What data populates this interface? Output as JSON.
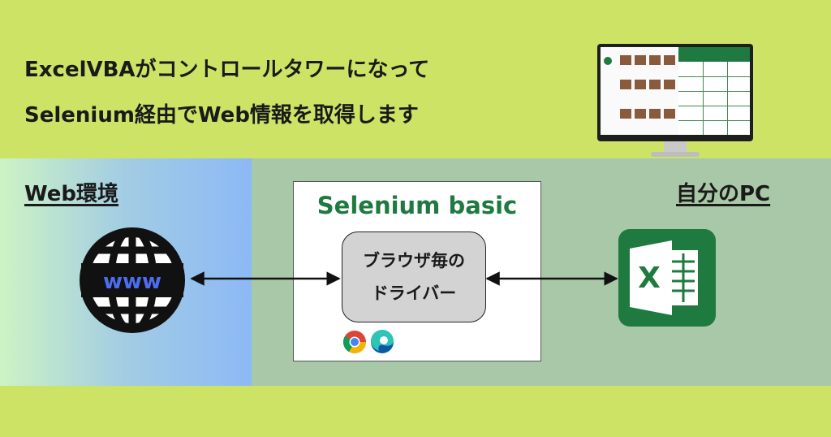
{
  "headline": {
    "line1": "ExcelVBAがコントロールタワーになって",
    "line2": "Selenium経由でWeb情報を取得します"
  },
  "left_panel": {
    "label": "Web環境",
    "globe_text": "www"
  },
  "center": {
    "title": "Selenium basic",
    "driver_line1": "ブラウザ毎の",
    "driver_line2": "ドライバー",
    "browsers": [
      "chrome-icon",
      "edge-icon"
    ]
  },
  "right_panel": {
    "label": "自分のPC",
    "excel_letter": "X"
  },
  "colors": {
    "background": "#cde365",
    "selenium_green": "#1e7a3f",
    "excel_green": "#1e7a3f",
    "globe_accent": "#4d6df0",
    "pc_panel": "#a9c8a7"
  }
}
